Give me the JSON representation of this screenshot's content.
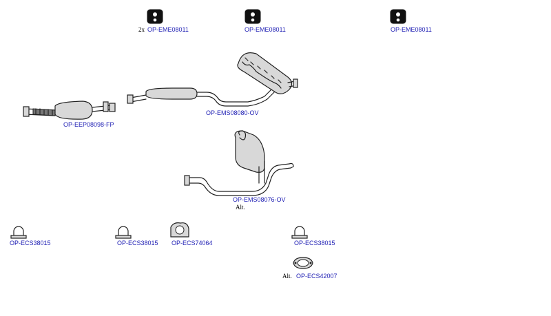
{
  "parts": {
    "hanger_1": {
      "code": "OP-EME08011",
      "qty": "2x"
    },
    "hanger_2": {
      "code": "OP-EME08011"
    },
    "hanger_3": {
      "code": "OP-EME08011"
    },
    "rear_silencer": {
      "code": "OP-EMS08080-OV"
    },
    "front_pipe": {
      "code": "OP-EEP08098-FP"
    },
    "alt_silencer": {
      "code": "OP-EMS08076-OV",
      "note": "Alt."
    },
    "clamp_1": {
      "code": "OP-ECS38015"
    },
    "clamp_2": {
      "code": "OP-ECS38015"
    },
    "clamp_3": {
      "code": "OP-ECS74064"
    },
    "clamp_4": {
      "code": "OP-ECS38015"
    },
    "gasket": {
      "code": "OP-ECS42007",
      "note": "Alt."
    }
  },
  "colors": {
    "link": "#1f1fb4",
    "ink": "#222222"
  },
  "icons": [
    "rubber-hanger-icon",
    "pipe-clamp-icon",
    "flange-gasket-icon",
    "silencer-icon"
  ]
}
